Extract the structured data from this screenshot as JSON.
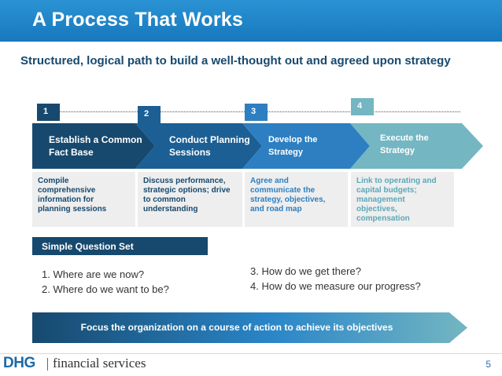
{
  "header": {
    "title": "A Process That Works"
  },
  "subtitle": "Structured, logical path to build a well-thought out and agreed upon strategy",
  "steps": [
    {
      "number": "1",
      "label_line1": "Establish a Common",
      "label_line2": "Fact Base",
      "desc": [
        "Compile",
        "comprehensive",
        "information for",
        "planning sessions"
      ]
    },
    {
      "number": "2",
      "label_line1": "Conduct Planning",
      "label_line2": "Sessions",
      "desc": [
        "Discuss performance,",
        "strategic options; drive",
        "to common",
        "understanding"
      ]
    },
    {
      "number": "3",
      "label_line1": "Develop the",
      "label_line2": "Strategy",
      "desc": [
        "Agree and",
        "communicate the",
        "strategy, objectives,",
        "and road map"
      ]
    },
    {
      "number": "4",
      "label_line1": "Execute the",
      "label_line2": "Strategy",
      "desc": [
        "Link to operating and",
        "capital budgets;",
        "management",
        "objectives,",
        "compensation"
      ]
    }
  ],
  "question_set": {
    "title": "Simple Question Set",
    "questions": [
      "1.  Where are we now?",
      "2.  Where do we want to be?",
      "3.  How do we get there?",
      "4.  How do we measure our progress?"
    ]
  },
  "banner": "Focus the organization on a course of action to achieve its objectives",
  "footer": {
    "logo_mark": "DHG",
    "logo_text": "financial services",
    "page_number": "5"
  },
  "colors": {
    "step1": "#17496e",
    "step2": "#1b5f94",
    "step3": "#2d7fc1",
    "step4": "#74b6c2"
  }
}
